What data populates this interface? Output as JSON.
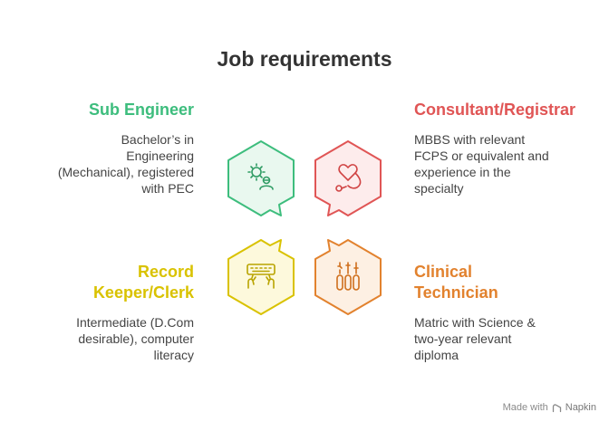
{
  "title": "Job requirements",
  "items": {
    "sub_engineer": {
      "heading": "Sub Engineer",
      "lines": [
        "Bachelor’s in",
        "Engineering",
        "(Mechanical), registered",
        "with PEC"
      ],
      "color": "#3dbd7d",
      "icon": "gear-person-icon"
    },
    "consultant": {
      "heading": "Consultant/Registrar",
      "lines": [
        "MBBS with relevant",
        "FCPS or equivalent and",
        "experience in the",
        "specialty"
      ],
      "color": "#e05555",
      "icon": "stethoscope-heart-icon"
    },
    "record_keeper": {
      "heading_lines": [
        "Record",
        "Keeper/Clerk"
      ],
      "lines": [
        "Intermediate (D.Com",
        "desirable), computer",
        "literacy"
      ],
      "color": "#d9c200",
      "icon": "keyboard-typing-icon"
    },
    "clinical_technician": {
      "heading_lines": [
        "Clinical",
        "Technician"
      ],
      "lines": [
        "Matric with Science &",
        "two-year relevant",
        "diploma"
      ],
      "color": "#e2822e",
      "icon": "test-tubes-icon"
    }
  },
  "watermark": {
    "prefix": "Made with",
    "brand": "Napkin"
  }
}
